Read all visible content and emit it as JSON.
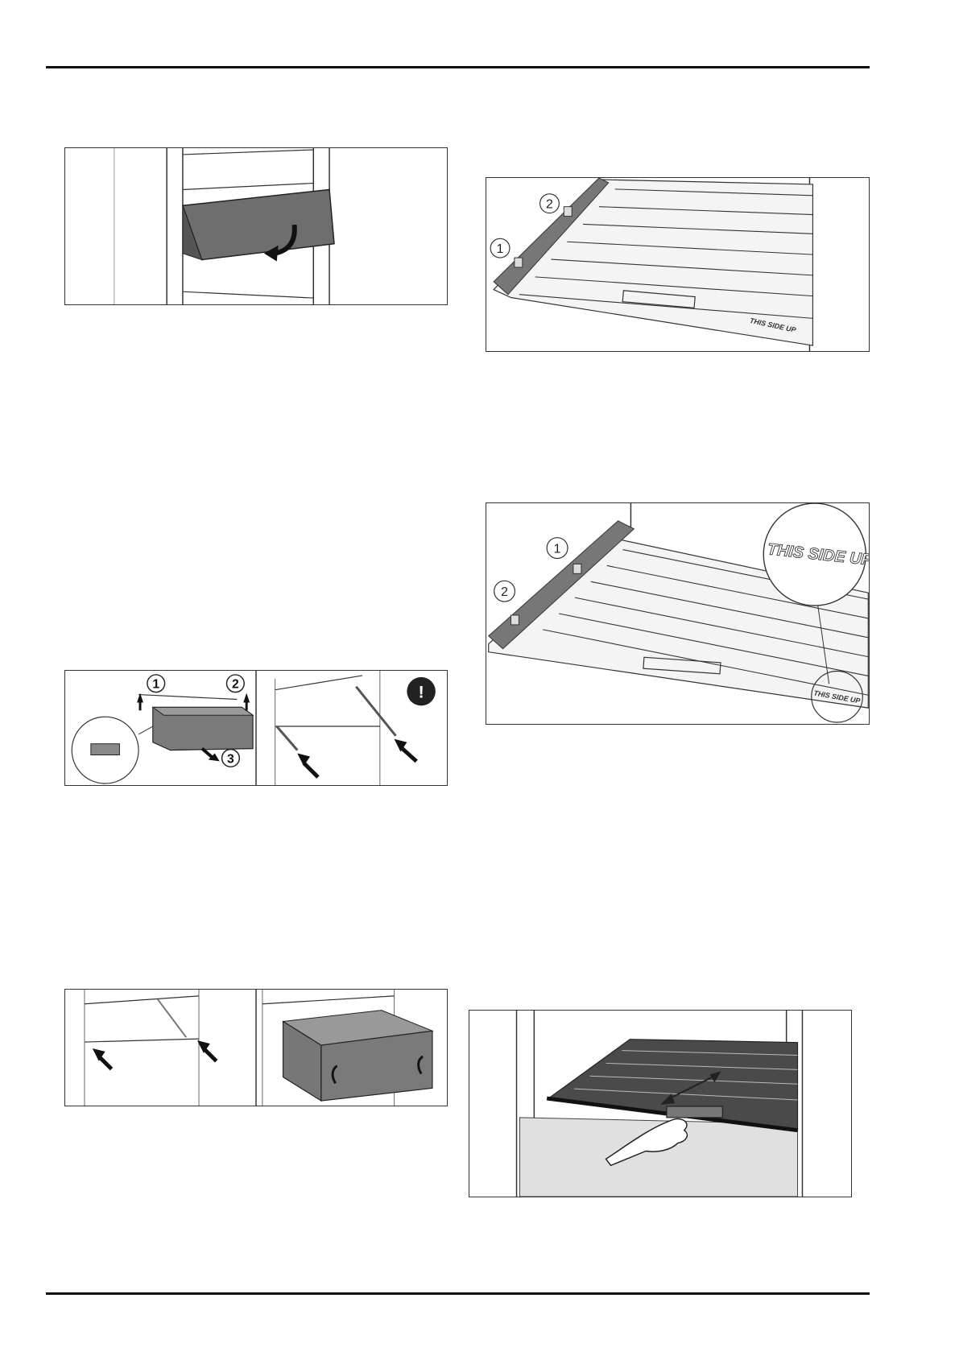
{
  "figures": {
    "shelf_cover_top": {
      "callouts": [
        "2",
        "1"
      ],
      "label_text": "THIS SIDE UP"
    },
    "shelf_cover_mid": {
      "callouts": [
        "1",
        "2"
      ],
      "magnified_label": "THIS SIDE UP",
      "label_text": "THIS SIDE UP"
    },
    "drawer_removal": {
      "callouts": [
        "1",
        "2",
        "3"
      ],
      "warning_symbol": "!"
    }
  }
}
